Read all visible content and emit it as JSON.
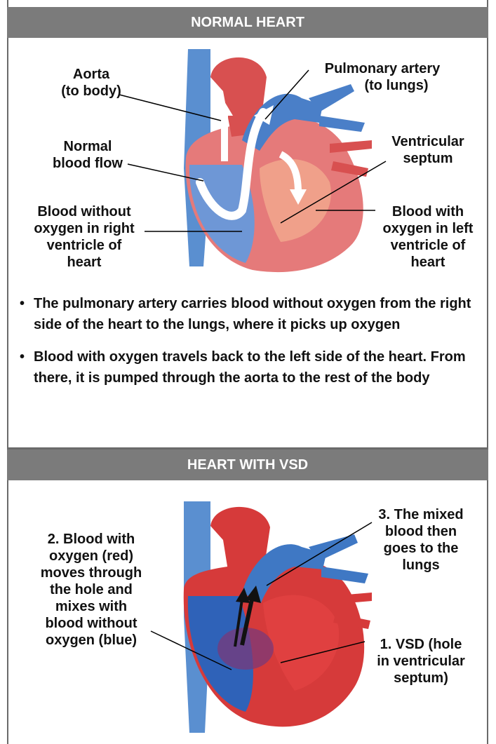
{
  "normal": {
    "header": "NORMAL HEART",
    "labels": {
      "aorta": [
        "Aorta",
        "(to body)"
      ],
      "pulmonary": [
        "Pulmonary artery",
        "(to lungs)"
      ],
      "flow": [
        "Normal",
        "blood flow"
      ],
      "septum": [
        "Ventricular",
        "septum"
      ],
      "right": [
        "Blood without",
        "oxygen in right",
        "ventricle of",
        "heart"
      ],
      "left": [
        "Blood with",
        "oxygen in left",
        "ventricle of",
        "heart"
      ]
    },
    "bullets": [
      "The pulmonary artery carries blood without oxygen from the right side of the heart to the lungs, where it picks up oxygen",
      "Blood with oxygen travels back to the left side of the heart. From there, it is pumped through the aorta to the rest of the body"
    ]
  },
  "vsd": {
    "header": "HEART WITH VSD",
    "labels": {
      "mix": [
        "2. Blood with",
        "oxygen (red)",
        "moves through",
        "the hole and",
        "mixes with",
        "blood without",
        "oxygen (blue)"
      ],
      "lungs": [
        "3. The mixed",
        "blood then",
        "goes to the",
        "lungs"
      ],
      "hole": [
        "1. VSD (hole",
        "in ventricular",
        "septum)"
      ]
    }
  },
  "colors": {
    "header_bg": "#7b7b7b",
    "oxygen_red": "#d63a3a",
    "no_oxygen_blue": "#3f78c4"
  }
}
